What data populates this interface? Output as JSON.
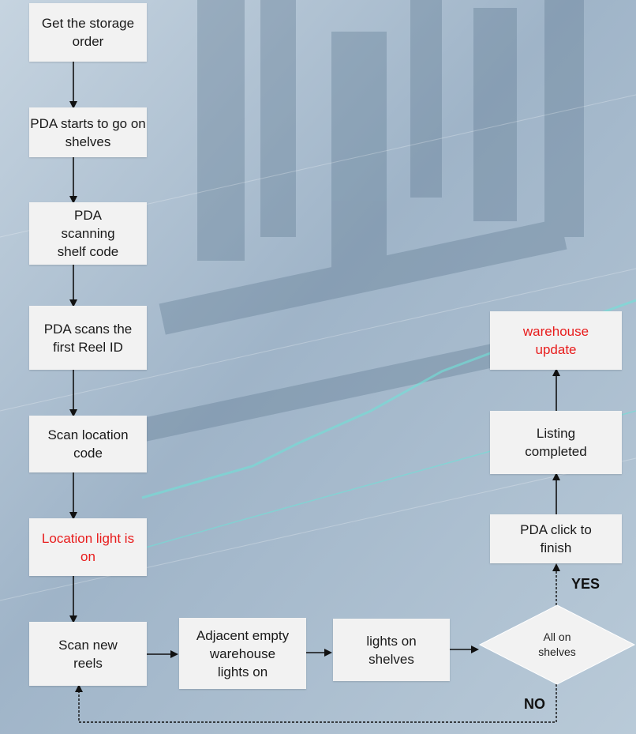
{
  "steps": {
    "get_storage_order": "Get the storage order",
    "pda_start_shelves": "PDA starts to go on shelves",
    "pda_scan_shelf": "PDA scanning shelf code",
    "pda_scan_reel": "PDA scans the first Reel ID",
    "scan_location": "Scan location code",
    "location_light": "Location light is on",
    "scan_new_reels": "Scan new reels",
    "adjacent_empty": "Adjacent empty warehouse lights  on",
    "lights_on_shelves": "lights on shelves",
    "all_on_shelves": "All on shelves",
    "pda_click_finish": "PDA click to finish",
    "listing_completed": "Listing completed",
    "warehouse_update": "warehouse update"
  },
  "branches": {
    "yes": "YES",
    "no": "NO"
  },
  "colors": {
    "box_fill": "#f2f2f2",
    "highlight_text": "#e81c1c",
    "arrow": "#111111"
  }
}
